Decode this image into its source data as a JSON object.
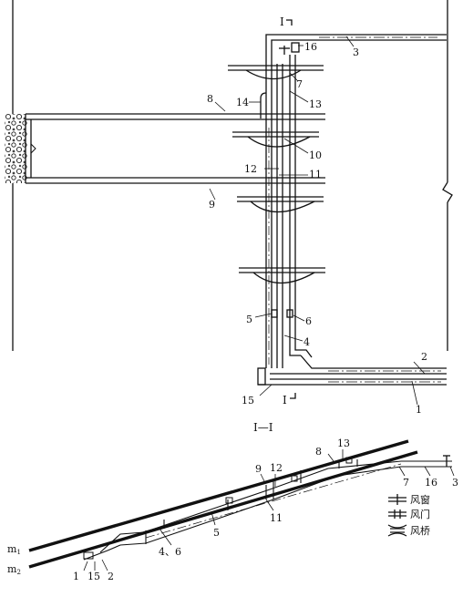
{
  "plan_labels": {
    "n1": "1",
    "n2": "2",
    "n3": "3",
    "n4": "4",
    "n5": "5",
    "n6": "6",
    "n7": "7",
    "n8": "8",
    "n9": "9",
    "n10": "10",
    "n11": "11",
    "n12": "12",
    "n13": "13",
    "n14": "14",
    "n15": "15",
    "n16": "16"
  },
  "section_marks": {
    "top": "I",
    "bottom": "I"
  },
  "section_title": "I—I",
  "section_labels": {
    "n1": "1",
    "n2": "2",
    "n3": "3",
    "n5": "5",
    "n4_6": "4、6",
    "n7": "7",
    "n8": "8",
    "n9": "9",
    "n11": "11",
    "n12": "12",
    "n13": "13",
    "n15": "15",
    "n16": "16"
  },
  "seams": {
    "m1": "m",
    "m1_sub": "1",
    "m2": "m",
    "m2_sub": "2"
  },
  "legend": [
    {
      "label": "风窗",
      "icon": "air-window-icon"
    },
    {
      "label": "风门",
      "icon": "air-door-icon"
    },
    {
      "label": "风桥",
      "icon": "air-bridge-icon"
    }
  ]
}
